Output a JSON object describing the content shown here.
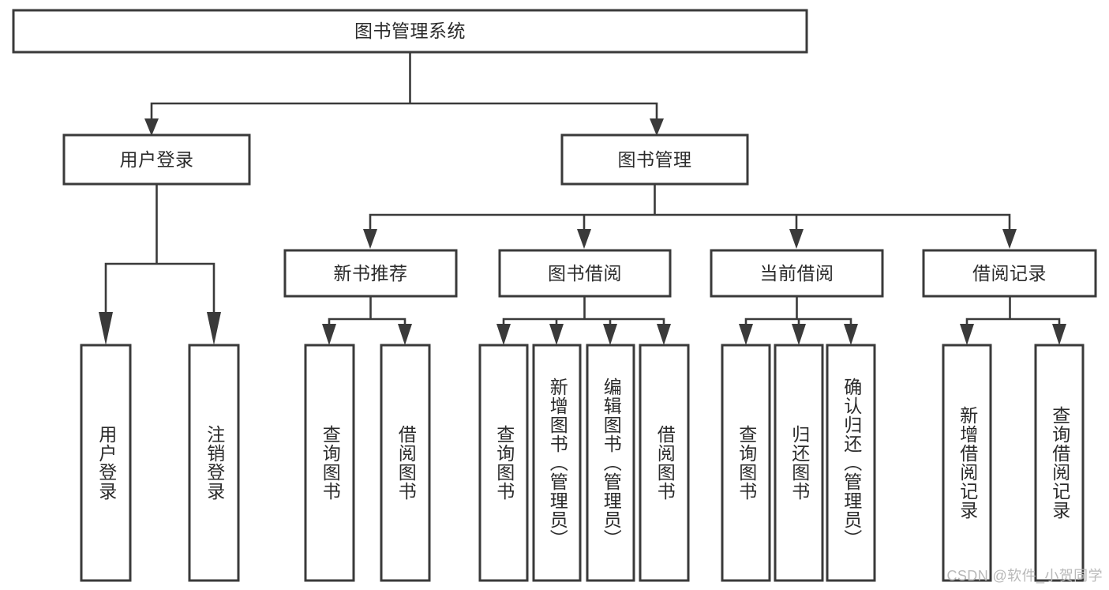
{
  "diagram": {
    "type": "tree-hierarchy",
    "title": "图书管理系统",
    "orientation": "top-down",
    "colors": {
      "box_stroke": "#3a3a3a",
      "box_fill": "#ffffff",
      "connector": "#3a3a3a",
      "text": "#2b2b2b",
      "background": "#ffffff",
      "watermark": "#b9b9b9"
    },
    "levels": {
      "root": {
        "label": "图书管理系统"
      },
      "level2": [
        {
          "label": "用户登录"
        },
        {
          "label": "图书管理"
        }
      ],
      "level3": [
        {
          "label": "新书推荐"
        },
        {
          "label": "图书借阅"
        },
        {
          "label": "当前借阅"
        },
        {
          "label": "借阅记录"
        }
      ],
      "leaves": {
        "user_login": [
          {
            "label": "用户登录"
          },
          {
            "label": "注销登录"
          }
        ],
        "new_book_recommend": [
          {
            "label": "查询图书"
          },
          {
            "label": "借阅图书"
          }
        ],
        "book_borrow": [
          {
            "label": "查询图书"
          },
          {
            "label": "新增图书（管理员）"
          },
          {
            "label": "编辑图书（管理员）"
          },
          {
            "label": "借阅图书"
          }
        ],
        "current_borrow": [
          {
            "label": "查询图书"
          },
          {
            "label": "归还图书"
          },
          {
            "label": "确认归还（管理员）"
          }
        ],
        "borrow_record": [
          {
            "label": "新增借阅记录"
          },
          {
            "label": "查询借阅记录"
          }
        ]
      }
    },
    "watermark": "CSDN @软件_小贺同学"
  }
}
